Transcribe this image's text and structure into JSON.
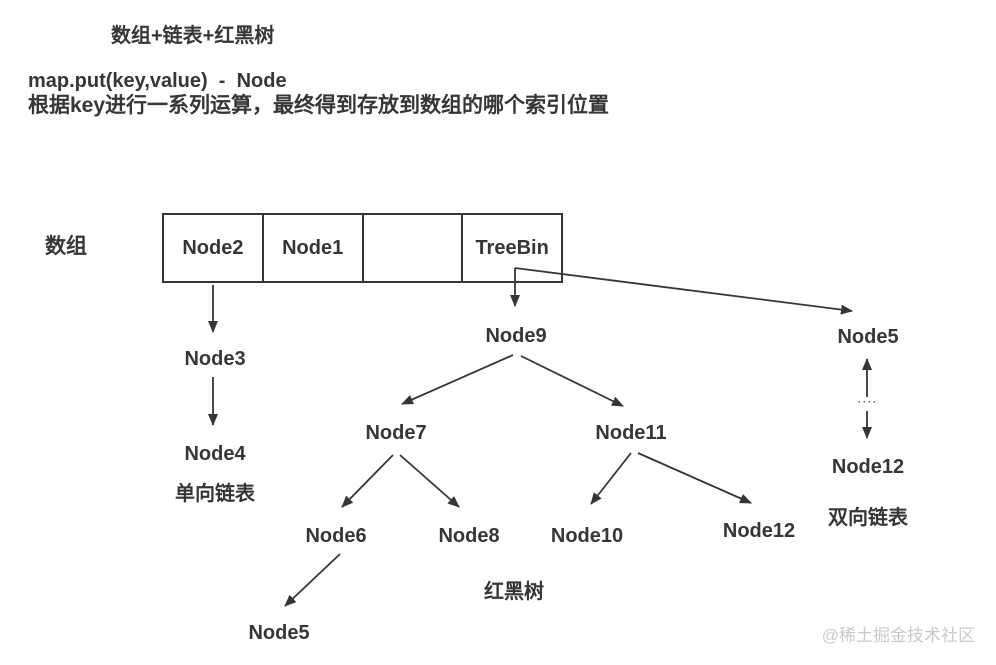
{
  "header": {
    "title": "数组+链表+红黑树",
    "line1": "map.put(key,value)  -  Node",
    "line2": "根据key进行一系列运算，最终得到存放到数组的哪个索引位置"
  },
  "array": {
    "label": "数组",
    "cells": [
      {
        "label": "Node2"
      },
      {
        "label": "Node1"
      },
      {
        "label": ""
      },
      {
        "label": "TreeBin"
      }
    ]
  },
  "singly_linked_list": {
    "node3": "Node3",
    "node4": "Node4",
    "caption": "单向链表"
  },
  "red_black_tree": {
    "node9": "Node9",
    "node7": "Node7",
    "node11": "Node11",
    "node6": "Node6",
    "node8": "Node8",
    "node10": "Node10",
    "node12": "Node12",
    "node5": "Node5",
    "caption": "红黑树"
  },
  "doubly_linked_list": {
    "node5": "Node5",
    "ellipsis": "····",
    "node12": "Node12",
    "caption": "双向链表"
  },
  "watermark": "@稀土掘金技术社区",
  "colors": {
    "ink": "#363636",
    "watermark": "#c9c9c9"
  }
}
